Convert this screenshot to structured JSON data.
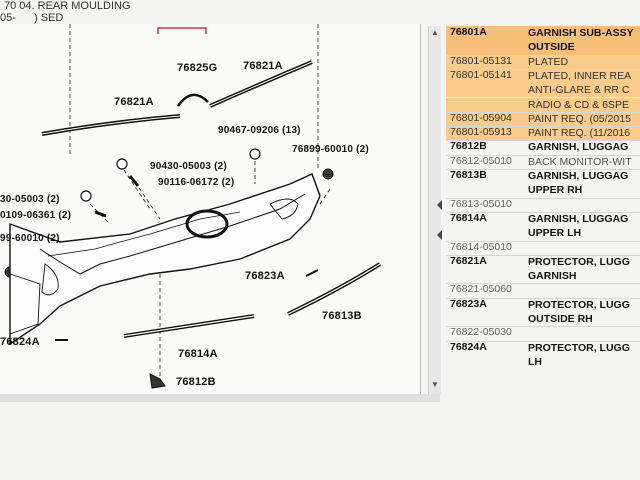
{
  "header": {
    "title_fragment": "70 04. REAR MOULDING",
    "model_fragment_left": "05-",
    "model_fragment_right": ") SED"
  },
  "diagram": {
    "labels": {
      "l76825G": "76825G",
      "l76821A_top": "76821A",
      "l76821A_left": "76821A",
      "l90467": "90467-09206 (13)",
      "l76899_right": "76899-60010 (2)",
      "l90430": "90430-05003 (2)",
      "l90116": "90116-06172 (2)",
      "l90430_left": "30-05003 (2)",
      "l90109": "0109-06361 (2)",
      "l76899_left": "99-60010 (2)",
      "l76823A": "76823A",
      "l76813B": "76813B",
      "l76824A": "76824A",
      "l76814A": "76814A",
      "l76812B": "76812B"
    }
  },
  "parts_list": {
    "rows": [
      {
        "num": "76801A",
        "desc": "GARNISH SUB-ASSY",
        "style": "main hl"
      },
      {
        "num": "",
        "desc": "OUTSIDE",
        "style": "main hl"
      },
      {
        "num": "76801-05131",
        "desc": "PLATED",
        "style": "sub hl2"
      },
      {
        "num": "76801-05141",
        "desc": "PLATED, INNER REA",
        "style": "sub hl2"
      },
      {
        "num": "",
        "desc": "ANTI-GLARE & RR C",
        "style": "sub hl2"
      },
      {
        "num": "",
        "desc": "RADIO & CD & 6SPE",
        "style": "sub hl2"
      },
      {
        "num": "76801-05904",
        "desc": "PAINT REQ. (05/2015",
        "style": "sub hl2"
      },
      {
        "num": "76801-05913",
        "desc": "PAINT REQ. (11/2016",
        "style": "sub hl2"
      },
      {
        "num": "76812B",
        "desc": "GARNISH, LUGGAG",
        "style": "main"
      },
      {
        "num": "76812-05010",
        "desc": "BACK MONITOR-WIT",
        "style": "sub grey"
      },
      {
        "num": "76813B",
        "desc": "GARNISH, LUGGAG",
        "style": "main"
      },
      {
        "num": "",
        "desc": "UPPER RH",
        "style": "main"
      },
      {
        "num": "76813-05010",
        "desc": "",
        "style": "sub grey"
      },
      {
        "num": "76814A",
        "desc": "GARNISH, LUGGAG",
        "style": "main"
      },
      {
        "num": "",
        "desc": "UPPER LH",
        "style": "main"
      },
      {
        "num": "76814-05010",
        "desc": "",
        "style": "sub grey"
      },
      {
        "num": "76821A",
        "desc": "PROTECTOR, LUGG",
        "style": "main"
      },
      {
        "num": "",
        "desc": "GARNISH",
        "style": "main"
      },
      {
        "num": "76821-05060",
        "desc": "",
        "style": "sub grey"
      },
      {
        "num": "76823A",
        "desc": "PROTECTOR, LUGG",
        "style": "main"
      },
      {
        "num": "",
        "desc": "OUTSIDE RH",
        "style": "main"
      },
      {
        "num": "76822-05030",
        "desc": "",
        "style": "sub grey"
      },
      {
        "num": "76824A",
        "desc": "PROTECTOR, LUGG",
        "style": "main"
      },
      {
        "num": "",
        "desc": "LH",
        "style": "main"
      }
    ]
  },
  "colors": {
    "highlight_main": "#f7bf77",
    "highlight_sub": "#f9cc8c",
    "callout_red": "#d23a3a"
  }
}
